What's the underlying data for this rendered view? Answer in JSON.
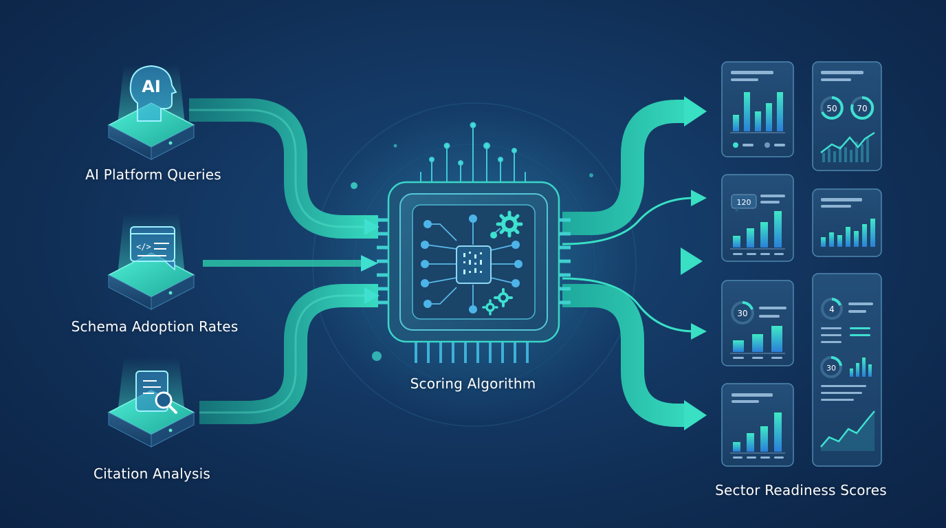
{
  "sources": [
    {
      "label": "AI Platform Queries",
      "icon": "ai-head-icon",
      "icon_text": "AI"
    },
    {
      "label": "Schema Adoption Rates",
      "icon": "code-window-icon"
    },
    {
      "label": "Citation Analysis",
      "icon": "document-search-icon"
    }
  ],
  "processor": {
    "label": "Scoring Algorithm",
    "icon": "processor-chip-icon"
  },
  "output": {
    "label": "Sector Readiness Scores"
  },
  "cards": [
    {
      "id": "card-1",
      "kind": "bar-chart"
    },
    {
      "id": "card-2",
      "kind": "gauges-line",
      "gauge_values": [
        "50",
        "70"
      ]
    },
    {
      "id": "card-3",
      "kind": "bar-chart",
      "badge": "120"
    },
    {
      "id": "card-4",
      "kind": "bar-chart"
    },
    {
      "id": "card-5",
      "kind": "gauge-bars",
      "gauge_values": [
        "30"
      ]
    },
    {
      "id": "card-6",
      "kind": "gauges-bars-line",
      "gauge_values": [
        "4",
        "30"
      ]
    },
    {
      "id": "card-7",
      "kind": "bar-chart"
    }
  ],
  "colors": {
    "background": "#143a66",
    "accent_teal": "#2fd6b0",
    "accent_cyan": "#3fe0d0",
    "accent_blue": "#3aa7e8",
    "label_text": "#ffffff"
  }
}
